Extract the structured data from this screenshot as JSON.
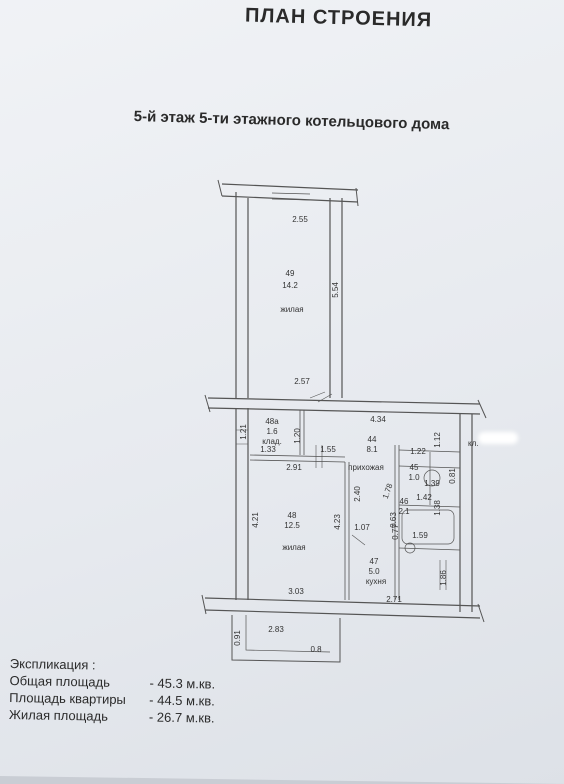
{
  "title": "ПЛАН СТРОЕНИЯ",
  "subtitle": "5-й этаж 5-ти этажного котельцового дома",
  "rooms": {
    "r49": {
      "num": "49",
      "area": "14.2",
      "type": "жилая"
    },
    "r48a": {
      "num": "48а",
      "area": "1.6",
      "type": "клад."
    },
    "r44": {
      "num": "44",
      "area": "8.1",
      "type": "прихожая"
    },
    "r48": {
      "num": "48",
      "area": "12.5",
      "type": "жилая"
    },
    "r45": {
      "num": "45",
      "area": "1.0"
    },
    "r46": {
      "num": "46",
      "area": "2.1"
    },
    "r47": {
      "num": "47",
      "area": "5.0",
      "type": "кухня"
    }
  },
  "dims": {
    "d1": "2.55",
    "d2": "5.54",
    "d3": "2.57",
    "d4": "4.34",
    "d5": "1.21",
    "d6": "1.20",
    "d7": "1.33",
    "d8": "1.55",
    "d9": "2.91",
    "d10": "1.22",
    "d11": "1.12",
    "d12": "0.81",
    "d13": "1.39",
    "d14": "1.42",
    "d15": "1.78",
    "d16": "2.40",
    "d17": "4.21",
    "d18": "4.23",
    "d19": "0.63",
    "d20": "0.77",
    "d21": "1.38",
    "d22": "1.07",
    "d23": "1.59",
    "d24": "1.86",
    "d25": "3.03",
    "d26": "2.71",
    "d27": "2.83",
    "d28": "0.91",
    "d29": "0.8",
    "d30": "кл."
  },
  "explication": {
    "header": "Экспликация :",
    "rows": [
      {
        "label": "Общая площадь",
        "value": "- 45.3 м.кв."
      },
      {
        "label": "Площадь квартиры",
        "value": "- 44.5 м.кв."
      },
      {
        "label": "Жилая площадь",
        "value": "- 26.7 м.кв."
      }
    ]
  }
}
